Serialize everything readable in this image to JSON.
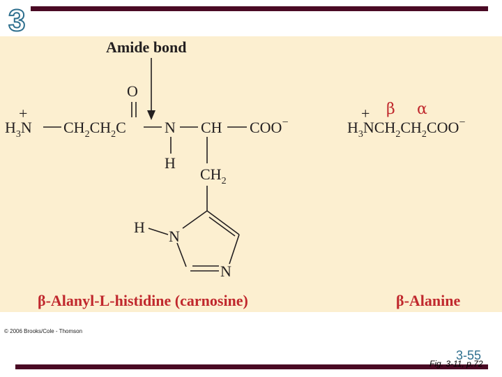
{
  "chapter_number": "3",
  "figure": {
    "amide_label": "Amide bond",
    "carnosine_caption": "β-Alanyl-L-histidine (carnosine)",
    "alanine_caption": "β-Alanine",
    "beta_symbol": "β",
    "alpha_symbol": "α",
    "atoms": {
      "H": "H",
      "N": "N",
      "O": "O",
      "C": "C",
      "CH": "CH",
      "CH2": "CH",
      "COO": "COO",
      "H3N": "H"
    }
  },
  "footer": {
    "copyright": "© 2006 Brooks/Cole - Thomson",
    "slide_number": "3-55",
    "fig_reference": "Fig. 3-11, p.72"
  },
  "colors": {
    "accent_bar": "#4a0a24",
    "panel_background": "#fcefd0",
    "caption_red": "#c0282d",
    "chapter_blue": "#2e6f8e"
  }
}
